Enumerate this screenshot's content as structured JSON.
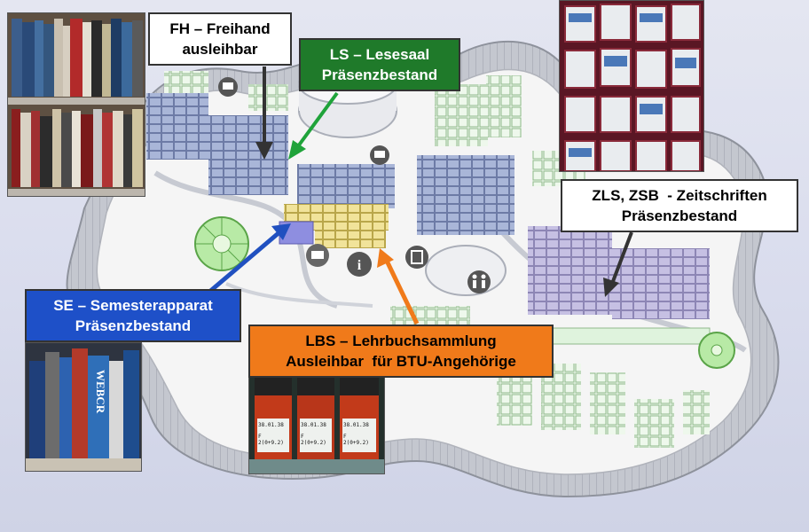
{
  "labels": {
    "fh": {
      "line1": "FH – Freihand",
      "line2": "ausleihbar",
      "bg": "#ffffff",
      "fg": "#000000"
    },
    "ls": {
      "line1": "LS – Lesesaal",
      "line2": "Präsenzbestand",
      "bg": "#1f7a2a",
      "fg": "#ffffff"
    },
    "zls": {
      "line1": "ZLS, ZSB  - Zeitschriften",
      "line2": "Präsenzbestand",
      "bg": "#ffffff",
      "fg": "#000000"
    },
    "se": {
      "line1": "SE – Semesterapparat",
      "line2": "Präsenzbestand",
      "bg": "#1e50c8",
      "fg": "#ffffff"
    },
    "lbs": {
      "line1": "LBS – Lehrbuchsammlung",
      "line2": "Ausleihbar  für BTU-Angehörige",
      "bg": "#f07a1a",
      "fg": "#000000"
    }
  },
  "photos": {
    "lbs_tags": [
      "38.01.38",
      "38.01.38",
      "38.01.38"
    ],
    "lbs_tags2": [
      "F 2(0+9.2)",
      "F 2(0+9.2)",
      "F 2(0+9.2)"
    ],
    "se_spine": "WEBCR"
  },
  "map_icons": [
    "info-icon",
    "toilet-icon",
    "elevator-icon",
    "copier-icon",
    "computer-icon",
    "stairs-icon"
  ],
  "colors": {
    "floor": "#f4f4f4",
    "wall": "#b9bcc4",
    "shelf": "#a9b6d8",
    "shelf_zls": "#c6c0e3",
    "table": "#d8f0d6",
    "lbs_shelf": "#f1e39a",
    "se_shelf": "#8e8ee0",
    "stairs": "#9ee08e",
    "arrow_dark": "#333333",
    "arrow_green": "#1fa33a",
    "arrow_blue": "#2050c0",
    "arrow_orange": "#f07a1a"
  }
}
